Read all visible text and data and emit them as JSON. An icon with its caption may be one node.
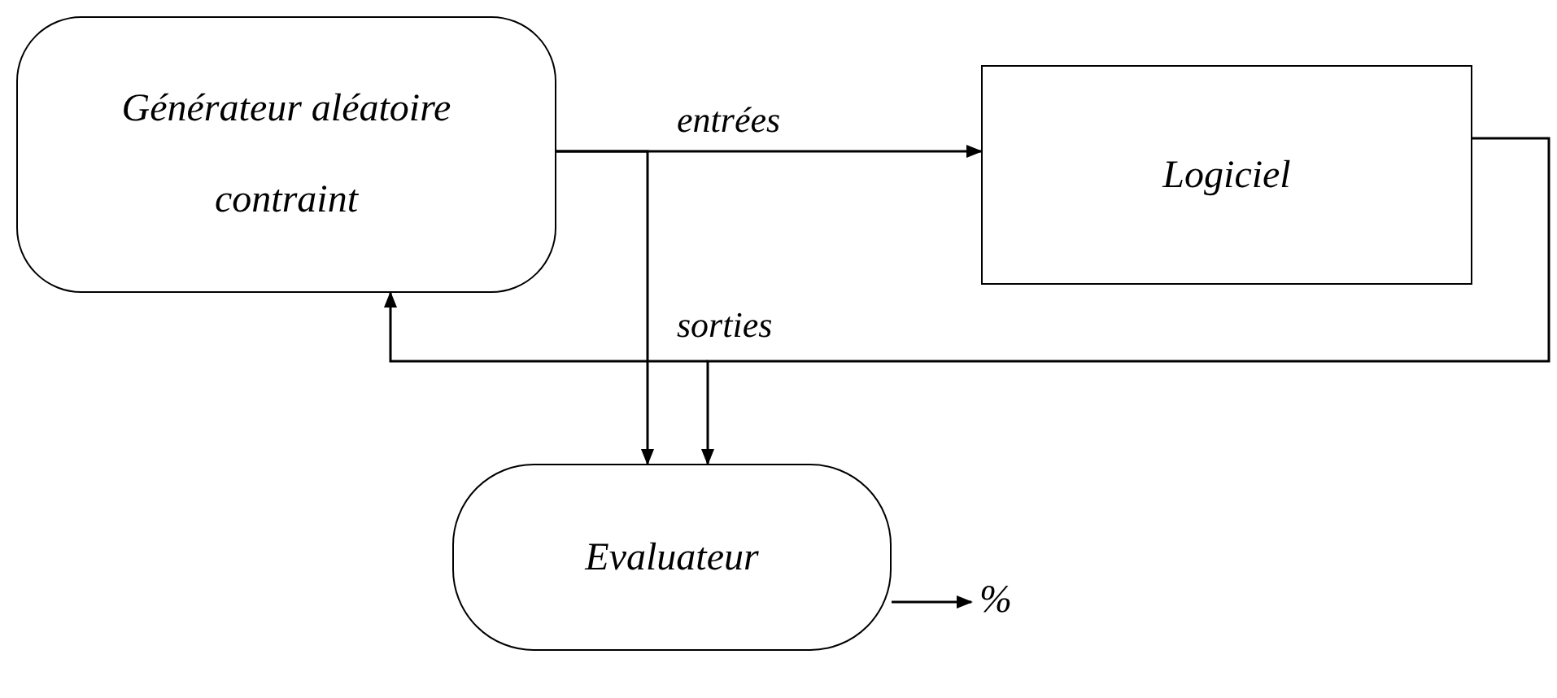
{
  "diagram": {
    "nodes": [
      {
        "text": [
          "Générateur aléatoire contraint"
        ]
      },
      {
        "text": [
          "Logiciel"
        ]
      },
      {
        "text": [
          "Evaluateur"
        ]
      },
      {
        "text": [
          "%"
        ]
      }
    ],
    "edges": [
      {
        "from": 0,
        "to": 1,
        "arrow": "to",
        "label": "entrées"
      },
      {
        "from": 0,
        "to": 2,
        "arrow": "to"
      },
      {
        "from": 1,
        "to": 0,
        "arrow": "to",
        "label": "sorties"
      },
      {
        "from": 1,
        "to": 2,
        "arrow": "to"
      },
      {
        "from": 2,
        "to": 3,
        "arrow": "to"
      }
    ]
  }
}
